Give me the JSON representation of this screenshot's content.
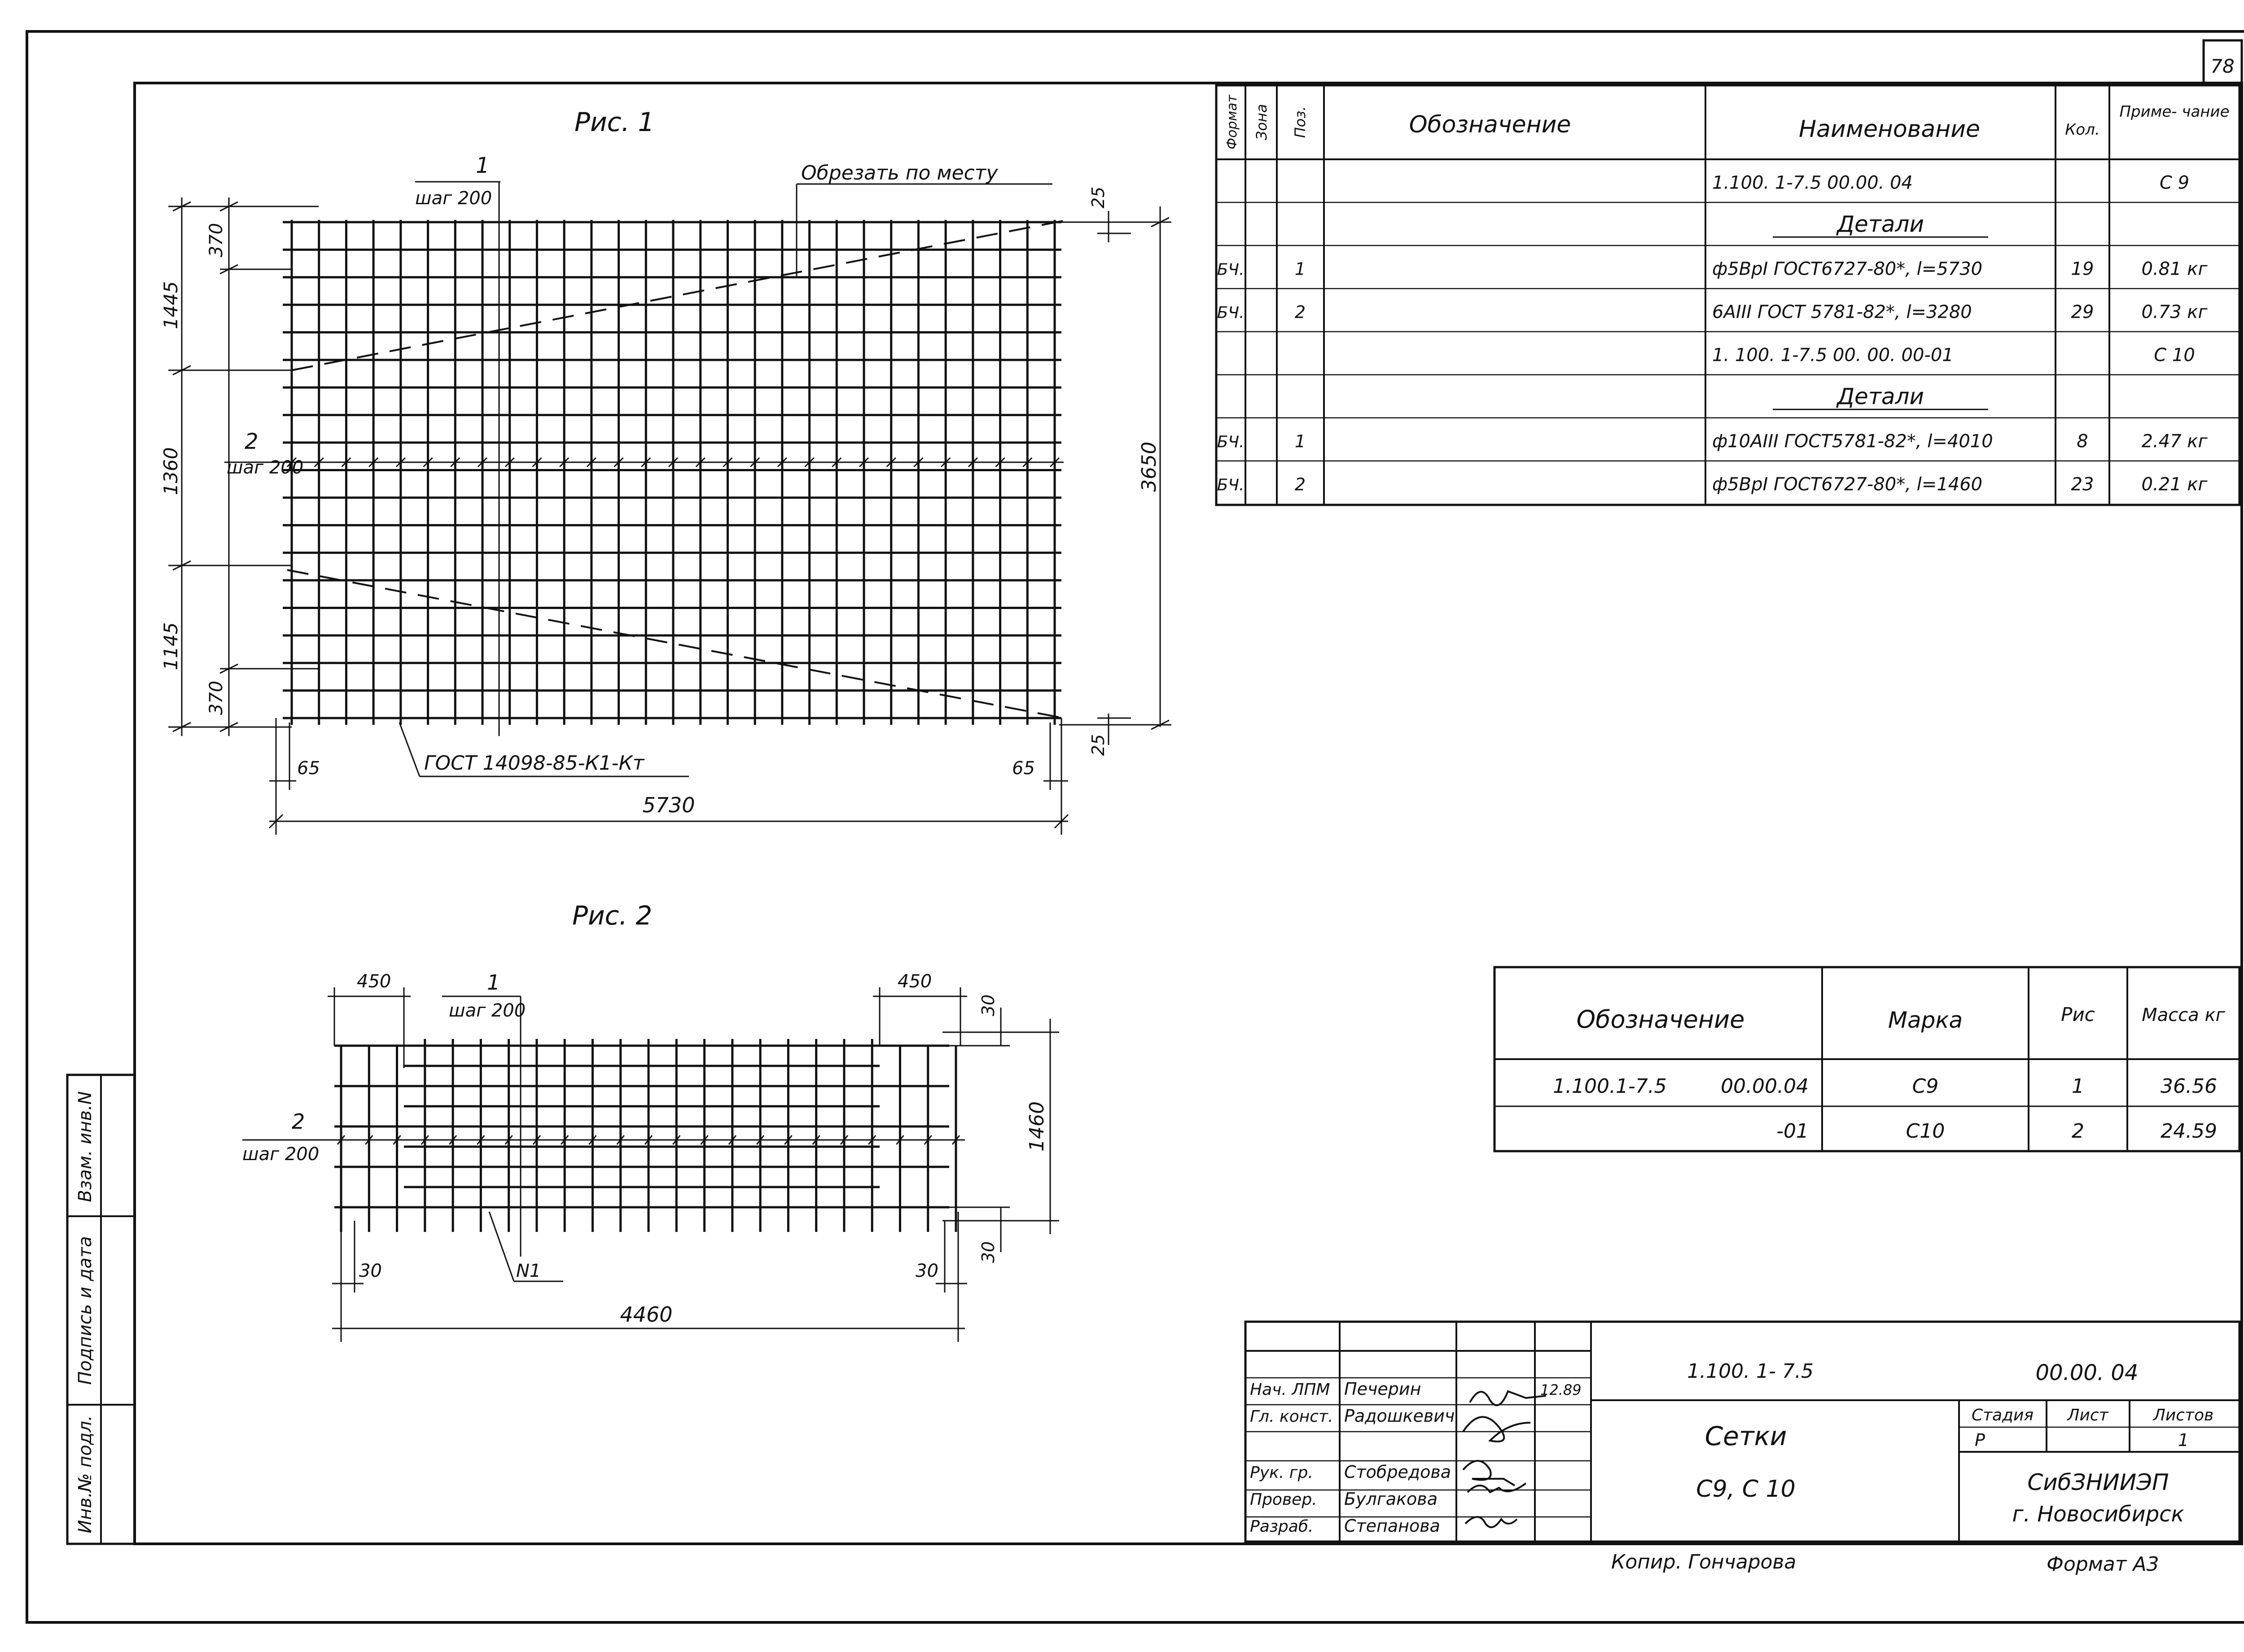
{
  "sheet_number": "78",
  "figures": {
    "fig1": {
      "title": "Рис. 1",
      "section_label": "1",
      "section_step": "шаг 200",
      "row_label": "2",
      "row_step": "шаг 200",
      "cut_note": "Обрезать по месту",
      "weld_note": "ГОСТ 14098-85-К1-Кт",
      "dims": {
        "d1445_top": "1445",
        "d370_top": "370",
        "d1360": "1360",
        "d1445_bot": "1145",
        "d370_bot": "370",
        "d3650": "3650",
        "d25_top": "25",
        "d25_bot": "25",
        "d65_left": "65",
        "d65_right": "65",
        "d5730": "5730"
      }
    },
    "fig2": {
      "title": "Рис. 2",
      "section_label": "1",
      "section_step": "шаг 200",
      "row_label": "2",
      "row_step": "шаг 200",
      "node_label": "N1",
      "dims": {
        "d450_left": "450",
        "d450_right": "450",
        "d30_top": "30",
        "d1460": "1460",
        "d30_bot": "30",
        "d30_left": "30",
        "d30_right": "30",
        "d4460": "4460"
      }
    }
  },
  "spec_table": {
    "headers": {
      "format": "Формат",
      "zone": "Зона",
      "pos": "Поз.",
      "designation": "Обозначение",
      "name": "Наименование",
      "qty": "Кол.",
      "note": "Приме- чание"
    },
    "rows": [
      {
        "format": "",
        "pos": "",
        "name": "1.100. 1-7.5        00.00. 04",
        "qty": "",
        "note": "С 9"
      },
      {
        "format": "",
        "pos": "",
        "name": "Детали",
        "qty": "",
        "note": "",
        "heading": true
      },
      {
        "format": "БЧ.",
        "pos": "1",
        "name": "ф5ВрI ГОСТ6727-80*, l=5730",
        "qty": "19",
        "note": "0.81 кг"
      },
      {
        "format": "БЧ.",
        "pos": "2",
        "name": "6АIII ГОСТ 5781-82*, l=3280",
        "qty": "29",
        "note": "0.73 кг"
      },
      {
        "format": "",
        "pos": "",
        "name": "1. 100. 1-7.5       00. 00. 00-01",
        "qty": "",
        "note": "С 10"
      },
      {
        "format": "",
        "pos": "",
        "name": "Детали",
        "qty": "",
        "note": "",
        "heading": true
      },
      {
        "format": "БЧ.",
        "pos": "1",
        "name": "ф10АIII ГОСТ5781-82*, l=4010",
        "qty": "8",
        "note": "2.47 кг"
      },
      {
        "format": "БЧ.",
        "pos": "2",
        "name": "ф5ВрI ГОСТ6727-80*, l=1460",
        "qty": "23",
        "note": "0.21 кг"
      }
    ]
  },
  "marks_table": {
    "headers": {
      "designation": "Обозначение",
      "mark": "Марка",
      "fig": "Рис",
      "mass": "Масса кг"
    },
    "rows": [
      {
        "designation_a": "1.100.1-7.5",
        "designation_b": "00.00.04",
        "mark": "С9",
        "fig": "1",
        "mass": "36.56"
      },
      {
        "designation_a": "",
        "designation_b": "-01",
        "mark": "С10",
        "fig": "2",
        "mass": "24.59"
      }
    ]
  },
  "title_block": {
    "code": "1.100. 1- 7.5",
    "number": "00.00. 04",
    "title_line1": "Сетки",
    "title_line2": "С9,  С 10",
    "stage_label": "Стадия",
    "sheet_label": "Лист",
    "sheets_label": "Листов",
    "stage_value": "Р",
    "sheets_value": "1",
    "org_line1": "СибЗНИИЭП",
    "org_line2": "г. Новосибирск",
    "roles": [
      {
        "role": "Нач. ЛПМ",
        "name": "Печерин",
        "date": "12.89"
      },
      {
        "role": "Гл. конст.",
        "name": "Радошкевич",
        "date": ""
      },
      {
        "role": "",
        "name": "",
        "date": ""
      },
      {
        "role": "Рук. гр.",
        "name": "Стобредова",
        "date": ""
      },
      {
        "role": "Провер.",
        "name": "Булгакова",
        "date": ""
      },
      {
        "role": "Разраб.",
        "name": "Степанова",
        "date": ""
      }
    ]
  },
  "side_stamp": {
    "inv_orig": "Инв.№ подл.",
    "sign_date": "Подпись и дата",
    "inv_replace": "Взам. инв.N"
  },
  "footer": {
    "copied": "Копир. Гончарова",
    "format": "Формат А3"
  }
}
